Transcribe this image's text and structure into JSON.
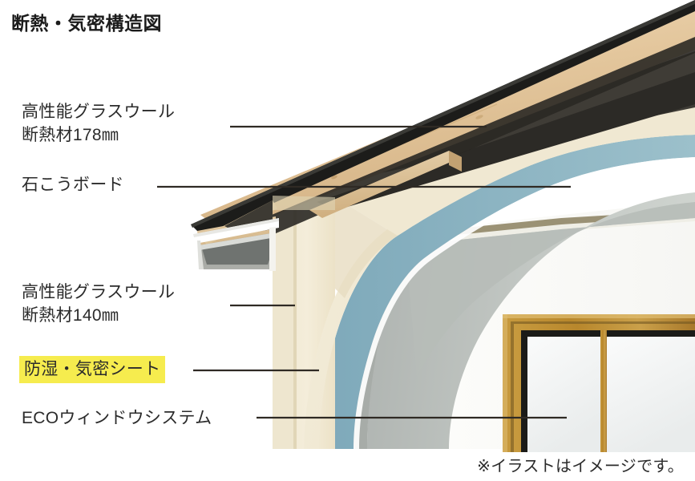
{
  "title": "断熱・気密構造図",
  "footnote": "※イラストはイメージです。",
  "callouts": [
    {
      "id": "glasswool-178",
      "line1": "高性能グラスウール",
      "line2": "断熱材178㎜",
      "highlight": false
    },
    {
      "id": "gypsum-board",
      "line1": "石こうボード",
      "line2": "",
      "highlight": false
    },
    {
      "id": "glasswool-140",
      "line1": "高性能グラスウール",
      "line2": "断熱材140㎜",
      "highlight": false
    },
    {
      "id": "vapor-barrier-sheet",
      "line1": "防湿・気密シート",
      "line2": "",
      "highlight": true
    },
    {
      "id": "eco-window-system",
      "line1": "ECOウィンドウシステム",
      "line2": "",
      "highlight": false
    }
  ],
  "colors": {
    "highlight": "#f6ec4e",
    "text": "#2b2b2b",
    "leader_line": "#2f2a24",
    "roof_dark": "#1d1d1b",
    "wood_light": "#e8cfa6",
    "wood_mid": "#d8b988",
    "cavity_dark": "#4a4740",
    "insulation_cream": "#f2ead3",
    "vapor_sheet_blue": "#8fb4c2",
    "gypsum_gray": "#b9bdba",
    "interior_white": "#fbfbf8",
    "window_frame": "#b68a32",
    "glass": "#f2f4f3",
    "soffit_gray": "#9a9b96"
  }
}
